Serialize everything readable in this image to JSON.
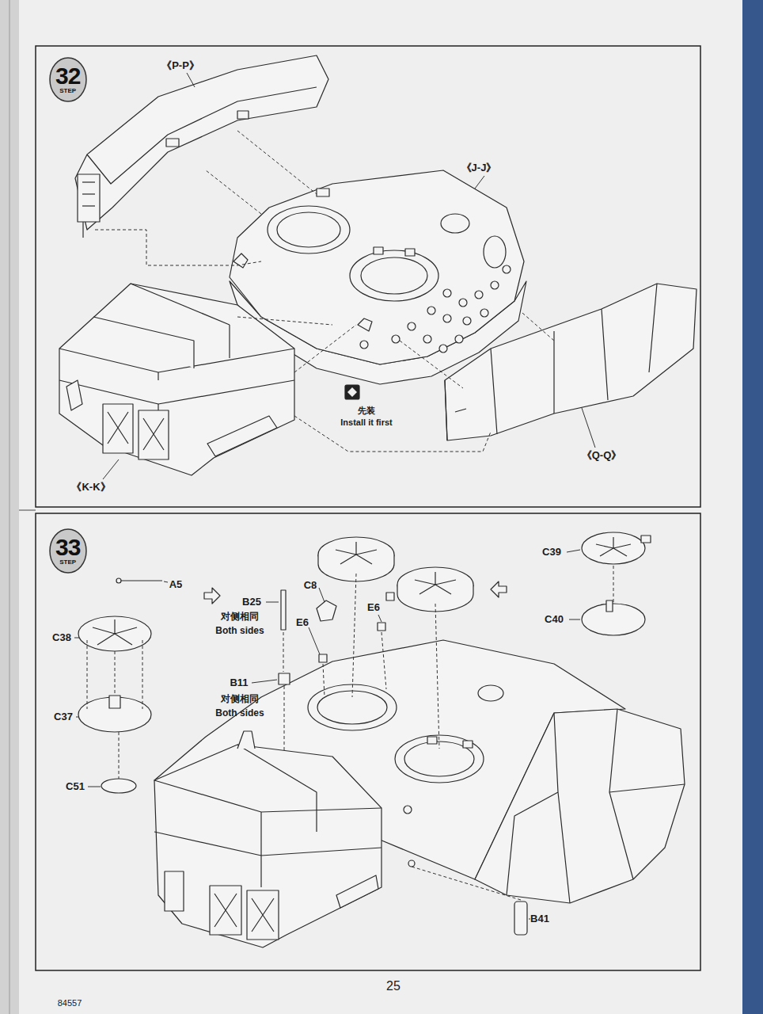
{
  "diagram": {
    "nodes": [
      {
        "text": [
          "32",
          "STEP"
        ]
      },
      {
        "text": [
          "33",
          "STEP"
        ]
      }
    ],
    "labels": [
      "《P-P》",
      "《J-J》",
      "《K-K》",
      "先装",
      "Install it first",
      "《Q-Q》",
      "A5",
      "B25",
      "对侧相同",
      "Both sides",
      "C8",
      "E6",
      "C39",
      "C40",
      "C38",
      "E6",
      "B11",
      "对侧相同",
      "Both sides",
      "C37",
      "C51",
      "B41",
      "25",
      "84557"
    ]
  }
}
